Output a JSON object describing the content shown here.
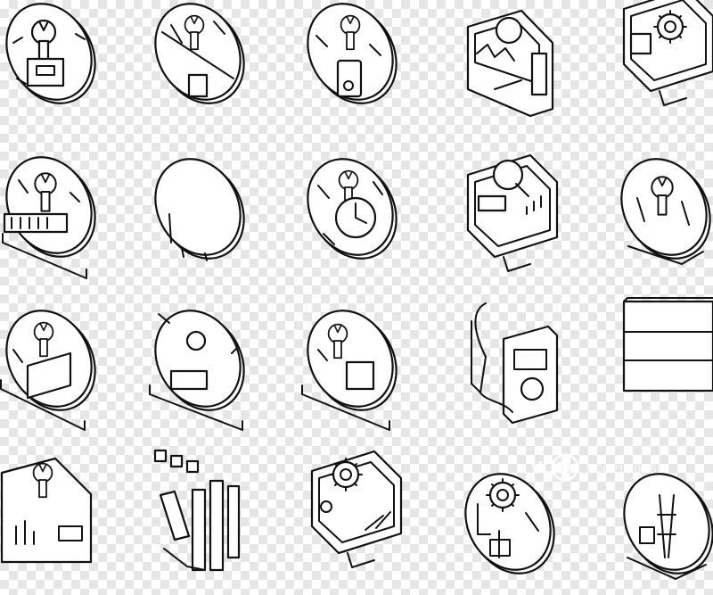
{
  "image": {
    "description_kind": "isometric line-art icon set on transparent checkerboard",
    "background": "checkerboard",
    "colors": {
      "line": "#111111",
      "fill": "#ffffff",
      "checker_light": "#ffffff",
      "checker_dark": "#e6e6e6"
    },
    "icons": [
      {
        "icon": "wrench-disc-icon"
      },
      {
        "icon": "tools-disc-icon"
      },
      {
        "icon": "wrench-phone-disc-icon"
      },
      {
        "icon": "monitor-chart-icon"
      },
      {
        "icon": "monitor-gear-icon"
      },
      {
        "icon": "wrench-circuit-disc-icon"
      },
      {
        "icon": "blank-disc-icon"
      },
      {
        "icon": "clock-wrench-disc-icon"
      },
      {
        "icon": "monitor-magnifier-icon"
      },
      {
        "icon": "tools-stand-disc-icon"
      },
      {
        "icon": "wrench-laptop-disc-icon"
      },
      {
        "icon": "vacuum-disc-icon"
      },
      {
        "icon": "wrench-chip-disc-icon"
      },
      {
        "icon": "multimeter-icon"
      },
      {
        "icon": "panel-box-icon"
      },
      {
        "icon": "board-wrench-icon"
      },
      {
        "icon": "tool-kit-icon"
      },
      {
        "icon": "monitor-gear-tools-icon"
      },
      {
        "icon": "gear-circuit-disc-icon"
      },
      {
        "icon": "tower-disc-icon"
      }
    ],
    "watermark": {
      "logo": "VCG",
      "text": "VCG21 . 00 523"
    }
  }
}
